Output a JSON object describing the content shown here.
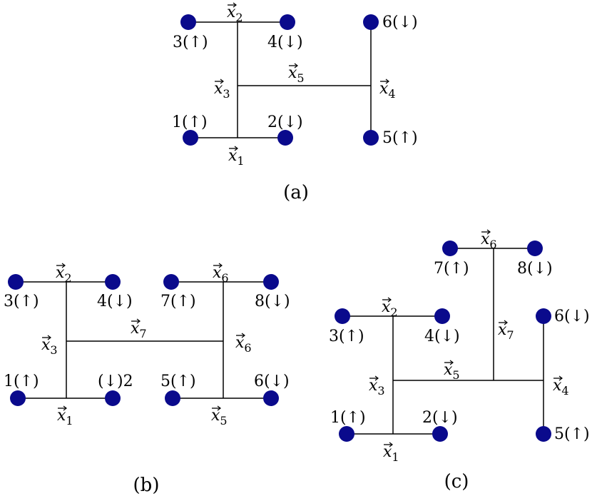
{
  "colors": {
    "node": "#0a0a8c",
    "edge": "#000000",
    "background": "#ffffff"
  },
  "diagrams": [
    {
      "caption": "(a)",
      "nodes": [
        {
          "id": "n3",
          "label": "3(↑)"
        },
        {
          "id": "n4",
          "label": "4(↓)"
        },
        {
          "id": "n6",
          "label": "6(↓)"
        },
        {
          "id": "n1",
          "label": "1(↑)"
        },
        {
          "id": "n2",
          "label": "2(↓)"
        },
        {
          "id": "n5",
          "label": "5(↑)"
        }
      ],
      "vertex_labels": [
        {
          "id": "x2",
          "name": "x",
          "sub": "2"
        },
        {
          "id": "x3",
          "name": "x",
          "sub": "3"
        },
        {
          "id": "x5",
          "name": "x",
          "sub": "5"
        },
        {
          "id": "x4",
          "name": "x",
          "sub": "4"
        },
        {
          "id": "x1",
          "name": "x",
          "sub": "1"
        }
      ]
    },
    {
      "caption": "(b)",
      "nodes": [
        {
          "id": "n3",
          "label": "3(↑)"
        },
        {
          "id": "n4",
          "label": "4(↓)"
        },
        {
          "id": "n7",
          "label": "7(↑)"
        },
        {
          "id": "n8",
          "label": "8(↓)"
        },
        {
          "id": "n1",
          "label": "1(↑)"
        },
        {
          "id": "n2",
          "label": "(↓)2"
        },
        {
          "id": "n5",
          "label": "5(↑)"
        },
        {
          "id": "n6",
          "label": "6(↓)"
        }
      ],
      "vertex_labels": [
        {
          "id": "x2",
          "name": "x",
          "sub": "2"
        },
        {
          "id": "x6top",
          "name": "x",
          "sub": "6"
        },
        {
          "id": "x7",
          "name": "x",
          "sub": "7"
        },
        {
          "id": "x3",
          "name": "x",
          "sub": "3"
        },
        {
          "id": "x6mid",
          "name": "x",
          "sub": "6"
        },
        {
          "id": "x1",
          "name": "x",
          "sub": "1"
        },
        {
          "id": "x5",
          "name": "x",
          "sub": "5"
        }
      ]
    },
    {
      "caption": "(c)",
      "nodes": [
        {
          "id": "n7",
          "label": "7(↑)"
        },
        {
          "id": "n8",
          "label": "8(↓)"
        },
        {
          "id": "n3",
          "label": "3(↑)"
        },
        {
          "id": "n4",
          "label": "4(↓)"
        },
        {
          "id": "n6",
          "label": "6(↓)"
        },
        {
          "id": "n1",
          "label": "1(↑)"
        },
        {
          "id": "n2",
          "label": "2(↓)"
        },
        {
          "id": "n5",
          "label": "5(↑)"
        }
      ],
      "vertex_labels": [
        {
          "id": "x6",
          "name": "x",
          "sub": "6"
        },
        {
          "id": "x2",
          "name": "x",
          "sub": "2"
        },
        {
          "id": "x7",
          "name": "x",
          "sub": "7"
        },
        {
          "id": "x5",
          "name": "x",
          "sub": "5"
        },
        {
          "id": "x3",
          "name": "x",
          "sub": "3"
        },
        {
          "id": "x4",
          "name": "x",
          "sub": "4"
        },
        {
          "id": "x1",
          "name": "x",
          "sub": "1"
        }
      ]
    }
  ]
}
